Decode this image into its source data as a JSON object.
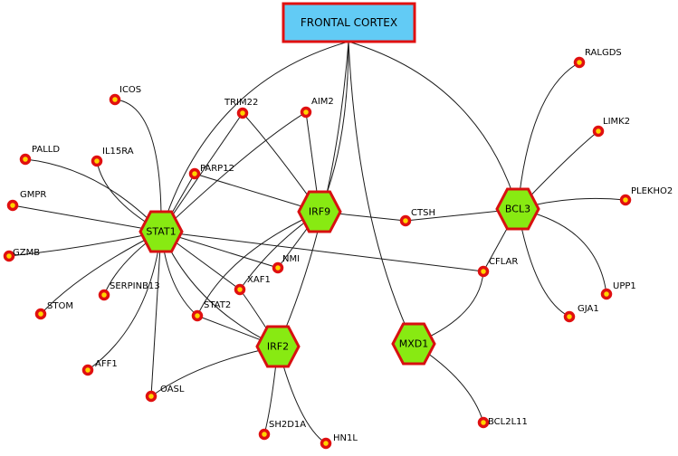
{
  "root": {
    "label": "FRONTAL CORTEX"
  },
  "hubs": [
    {
      "id": "STAT1",
      "label": "STAT1"
    },
    {
      "id": "IRF9",
      "label": "IRF9"
    },
    {
      "id": "BCL3",
      "label": "BCL3"
    },
    {
      "id": "IRF2",
      "label": "IRF2"
    },
    {
      "id": "MXD1",
      "label": "MXD1"
    }
  ],
  "genes": [
    {
      "id": "ICOS",
      "label": "ICOS"
    },
    {
      "id": "TRIM22",
      "label": "TRIM22"
    },
    {
      "id": "AIM2",
      "label": "AIM2"
    },
    {
      "id": "PALLD",
      "label": "PALLD"
    },
    {
      "id": "IL15RA",
      "label": "IL15RA"
    },
    {
      "id": "PARP12",
      "label": "PARP12"
    },
    {
      "id": "GMPR",
      "label": "GMPR"
    },
    {
      "id": "GZMB",
      "label": "GZMB"
    },
    {
      "id": "STOM",
      "label": "STOM"
    },
    {
      "id": "SERPINB13",
      "label": "SERPINB13"
    },
    {
      "id": "NMI",
      "label": "NMI"
    },
    {
      "id": "XAF1",
      "label": "XAF1"
    },
    {
      "id": "STAT2",
      "label": "STAT2"
    },
    {
      "id": "AFF1",
      "label": "AFF1"
    },
    {
      "id": "OASL",
      "label": "OASL"
    },
    {
      "id": "SH2D1A",
      "label": "SH2D1A"
    },
    {
      "id": "HN1L",
      "label": "HN1L"
    },
    {
      "id": "CTSH",
      "label": "CTSH"
    },
    {
      "id": "CFLAR",
      "label": "CFLAR"
    },
    {
      "id": "BCL2L11",
      "label": "BCL2L11"
    },
    {
      "id": "RALGDS",
      "label": "RALGDS"
    },
    {
      "id": "LIMK2",
      "label": "LIMK2"
    },
    {
      "id": "PLEKHO2",
      "label": "PLEKHO2"
    },
    {
      "id": "UPP1",
      "label": "UPP1"
    },
    {
      "id": "GJA1",
      "label": "GJA1"
    }
  ],
  "edges": [
    [
      "ROOT",
      "STAT1"
    ],
    [
      "ROOT",
      "IRF9"
    ],
    [
      "ROOT",
      "IRF2"
    ],
    [
      "ROOT",
      "MXD1"
    ],
    [
      "ROOT",
      "BCL3"
    ],
    [
      "STAT1",
      "ICOS"
    ],
    [
      "STAT1",
      "TRIM22"
    ],
    [
      "STAT1",
      "AIM2"
    ],
    [
      "STAT1",
      "PALLD"
    ],
    [
      "STAT1",
      "IL15RA"
    ],
    [
      "STAT1",
      "PARP12"
    ],
    [
      "STAT1",
      "GMPR"
    ],
    [
      "STAT1",
      "GZMB"
    ],
    [
      "STAT1",
      "STOM"
    ],
    [
      "STAT1",
      "SERPINB13"
    ],
    [
      "STAT1",
      "NMI"
    ],
    [
      "STAT1",
      "XAF1"
    ],
    [
      "STAT1",
      "STAT2"
    ],
    [
      "STAT1",
      "AFF1"
    ],
    [
      "STAT1",
      "OASL"
    ],
    [
      "STAT1",
      "CFLAR"
    ],
    [
      "STAT1",
      "IRF2"
    ],
    [
      "IRF9",
      "TRIM22"
    ],
    [
      "IRF9",
      "AIM2"
    ],
    [
      "IRF9",
      "PARP12"
    ],
    [
      "IRF9",
      "NMI"
    ],
    [
      "IRF9",
      "XAF1"
    ],
    [
      "IRF9",
      "STAT2"
    ],
    [
      "IRF9",
      "CTSH"
    ],
    [
      "IRF2",
      "OASL"
    ],
    [
      "IRF2",
      "SH2D1A"
    ],
    [
      "IRF2",
      "HN1L"
    ],
    [
      "IRF2",
      "XAF1"
    ],
    [
      "IRF2",
      "STAT2"
    ],
    [
      "BCL3",
      "CTSH"
    ],
    [
      "BCL3",
      "CFLAR"
    ],
    [
      "BCL3",
      "RALGDS"
    ],
    [
      "BCL3",
      "LIMK2"
    ],
    [
      "BCL3",
      "PLEKHO2"
    ],
    [
      "BCL3",
      "UPP1"
    ],
    [
      "BCL3",
      "GJA1"
    ],
    [
      "MXD1",
      "CFLAR"
    ],
    [
      "MXD1",
      "BCL2L11"
    ]
  ]
}
